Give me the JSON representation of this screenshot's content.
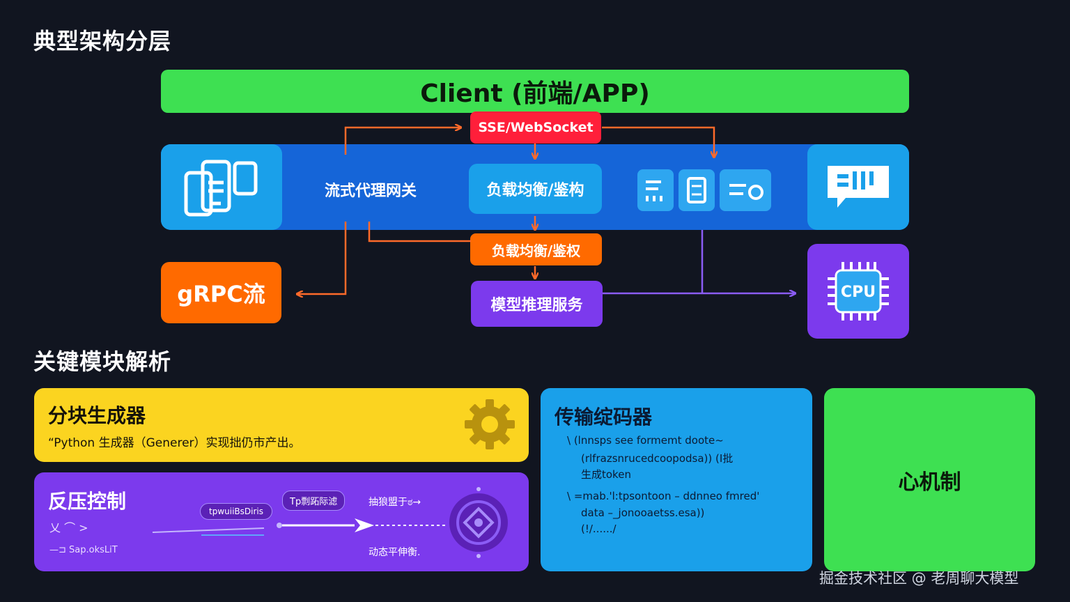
{
  "sections": {
    "architecture_title": "典型架构分层",
    "modules_title": "关键模块解析"
  },
  "diagram": {
    "client": "Client (前端/APP)",
    "sse": "SSE/WebSocket",
    "gateway": "流式代理网关",
    "lb_top": "负载均衡/鉴构",
    "lb_bottom": "负载均衡/鉴权",
    "grpc": "gRPC流",
    "inference": "模型推理服务",
    "cpu_label": "CPU"
  },
  "cards": {
    "chunk": {
      "title": "分块生成器",
      "desc": "“Python 生成器（Generer）实现拙仍市产出。"
    },
    "backpressure": {
      "title": "反压控制",
      "pill1": "Tp剽跖际滤",
      "pill2": "tpwuiiBsDiris",
      "flow": "抽狼盟于ಠ→",
      "left1": "乂 ⌒ >",
      "left2": "—⊐ Sap.oksLiT",
      "bottom": "动态平伸衡."
    },
    "encoder": {
      "title": "传输绽码器",
      "line1": "\\  (lnnsps see formemt doote~",
      "line2": "(rlfrazsnrucedcoopodsa))  (I批",
      "line3": "生成token",
      "line4": "\\  =mab.'l:tpsontoon – ddnneo fmred'",
      "line5": "data –_jonooaetss.esa))",
      "line6": "(!/....../"
    },
    "heartbeat": {
      "title": "心机制"
    }
  },
  "watermark": "掘金技术社区 @ 老周聊大模型",
  "colors": {
    "background": "#111520",
    "client": "#3ee052",
    "sse": "#ff1f3a",
    "gateway_band": "#1565d8",
    "light_blue": "#1aa0ea",
    "orange": "#ff6a00",
    "purple": "#7c3aed",
    "yellow": "#fbd420",
    "green": "#3ee052"
  }
}
